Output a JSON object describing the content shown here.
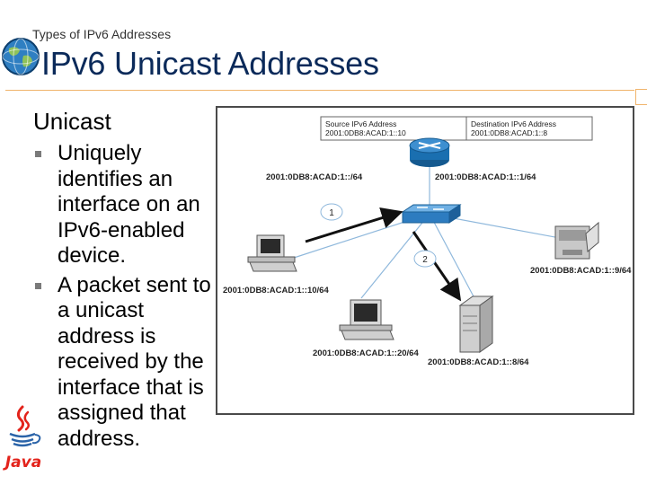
{
  "header": {
    "top_label": "Types of IPv6 Addresses",
    "title": "IPv6 Unicast Addresses"
  },
  "content": {
    "heading": "Unicast",
    "bullets": [
      "Uniquely identifies an interface on an IPv6-enabled device.",
      "A packet sent to a unicast address is received by the interface that is assigned that address."
    ]
  },
  "diagram": {
    "packet_header": {
      "source_label": "Source IPv6 Address",
      "source_value": "2001:0DB8:ACAD:1::10",
      "dest_label": "Destination IPv6 Address",
      "dest_value": "2001:0DB8:ACAD:1::8"
    },
    "addresses": {
      "network": "2001:0DB8:ACAD:1::/64",
      "router": "2001:0DB8:ACAD:1::1/64",
      "host_left": "2001:0DB8:ACAD:1::10/64",
      "printer": "2001:0DB8:ACAD:1::9/64",
      "host_bottom": "2001:0DB8:ACAD:1::20/64",
      "server": "2001:0DB8:ACAD:1::8/64"
    },
    "steps": [
      "1",
      "2"
    ]
  },
  "logo": {
    "text": "Java"
  },
  "colors": {
    "title": "#0b2a5a",
    "accent_rule": "#f0b46b",
    "router": "#1a6fb0",
    "switch": "#3a8fd0",
    "java_red": "#e3231b",
    "java_blue": "#2a63a8"
  }
}
